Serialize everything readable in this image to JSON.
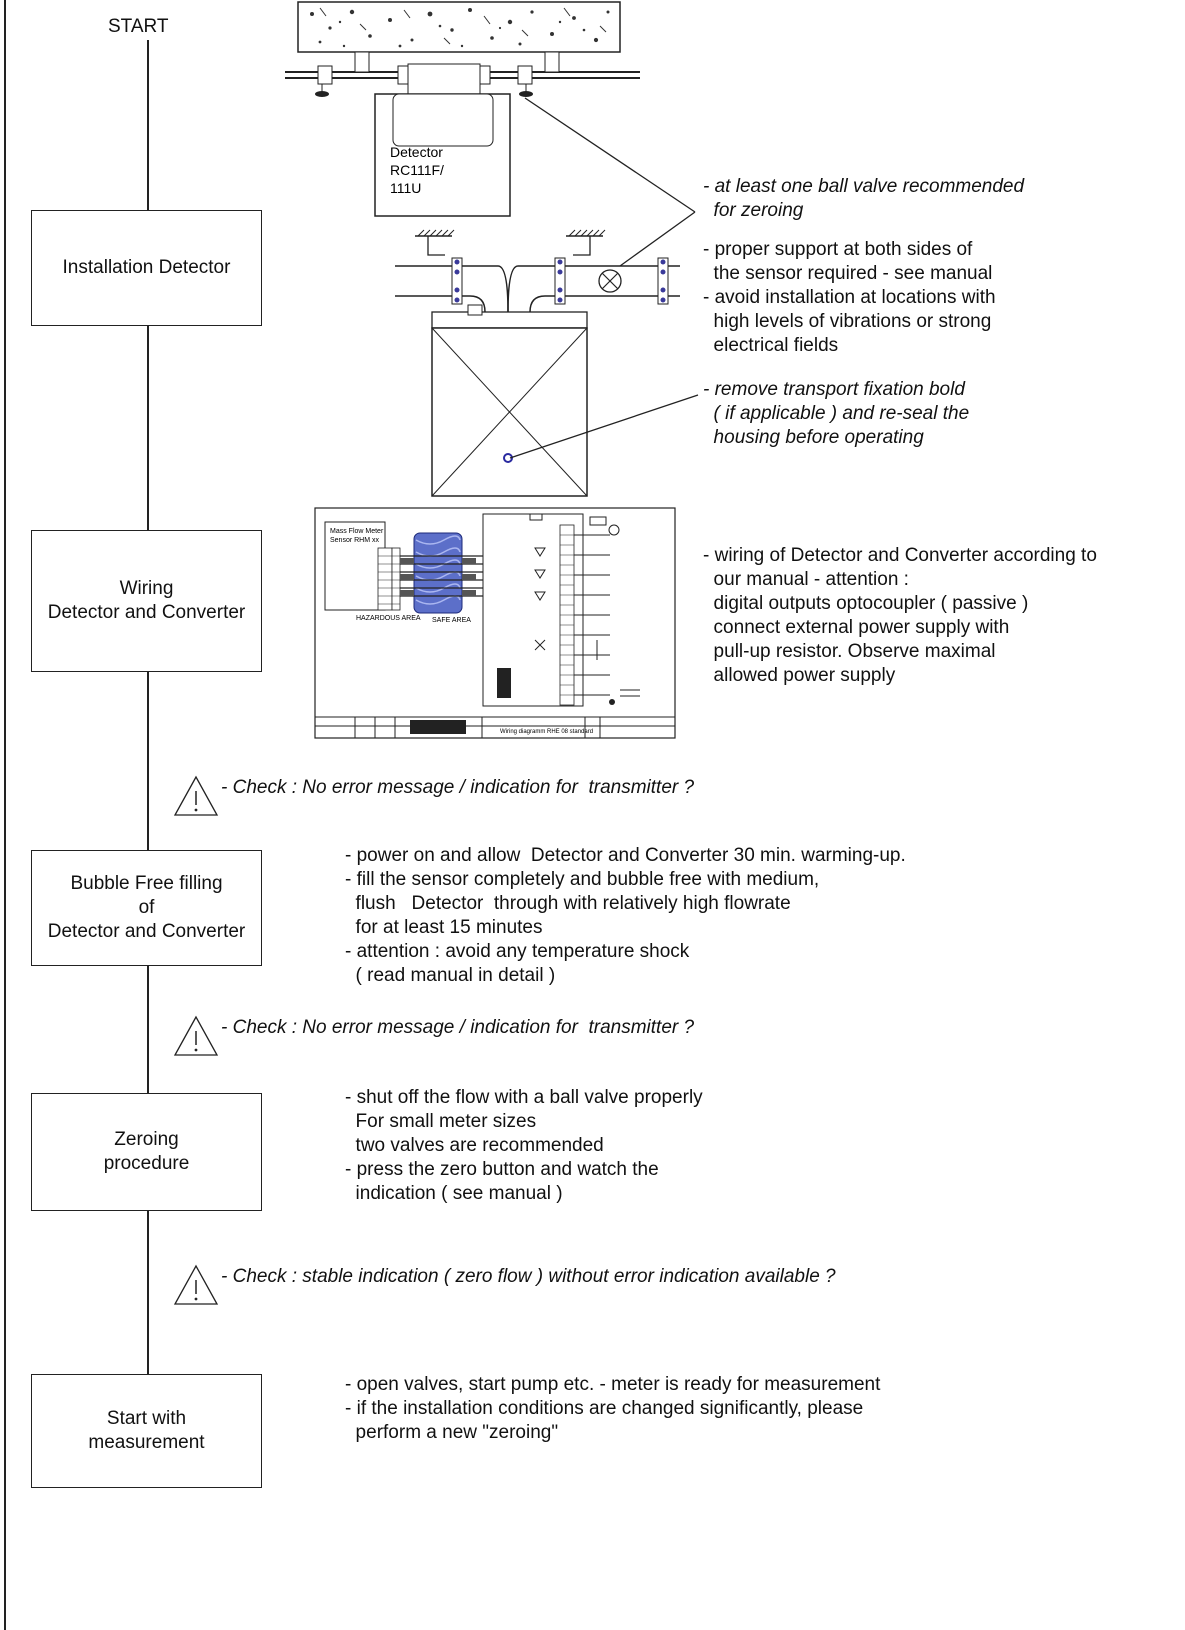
{
  "start_label": "START",
  "steps": [
    {
      "lines": [
        "Installation Detector"
      ]
    },
    {
      "lines": [
        "Wiring",
        "Detector and Converter"
      ]
    },
    {
      "lines": [
        "Bubble Free filling",
        "of",
        "Detector and Converter"
      ]
    },
    {
      "lines": [
        "Zeroing",
        "procedure"
      ]
    },
    {
      "lines": [
        "Start with",
        "measurement"
      ]
    }
  ],
  "detector_label": [
    "Detector",
    "RC111F/",
    "111U"
  ],
  "notes": {
    "ball_valve": [
      "- at least one ball valve recommended",
      "  for zeroing"
    ],
    "support": [
      "- proper support at both sides of",
      "  the sensor required - see manual",
      "- avoid installation at locations with",
      "  high levels of vibrations or strong",
      "  electrical fields"
    ],
    "transport": [
      "- remove transport fixation bold",
      "  ( if applicable ) and re-seal the",
      "  housing before operating"
    ],
    "wiring": [
      "- wiring of Detector and Converter according to",
      "  our manual - attention :",
      "  digital outputs optocoupler ( passive )",
      "  connect external power supply with",
      "  pull-up resistor. Observe maximal",
      "  allowed power supply"
    ],
    "filling": [
      "- power on and allow  Detector and Converter 30 min. warming-up.",
      "- fill the sensor completely and bubble free with medium,",
      "  flush   Detector  through with relatively high flowrate",
      "  for at least 15 minutes",
      "- attention : avoid any temperature shock",
      "  ( read manual in detail )"
    ],
    "zeroing": [
      "- shut off the flow with a ball valve properly",
      "  For small meter sizes",
      "  two valves are recommended",
      "- press the zero button and watch the",
      "  indication ( see manual )"
    ],
    "measurement": [
      "- open valves, start pump etc. - meter is ready for measurement",
      "- if the installation conditions are changed significantly, please",
      "  perform a new \"zeroing\""
    ]
  },
  "checks": [
    "- Check : No error message / indication for  transmitter ?",
    "- Check : No error message / indication for  transmitter ?",
    "- Check : stable indication ( zero flow ) without error indication available ?"
  ],
  "wiring_diagram": {
    "title": [
      "Mass Flow Meter",
      "Sensor RHM xx"
    ],
    "hazardous": "HAZARDOUS AREA",
    "safe": "SAFE AREA",
    "footer": "Wiring diagramm RHE 08 standard"
  },
  "icons": {
    "warning": "warning-triangle-icon"
  }
}
